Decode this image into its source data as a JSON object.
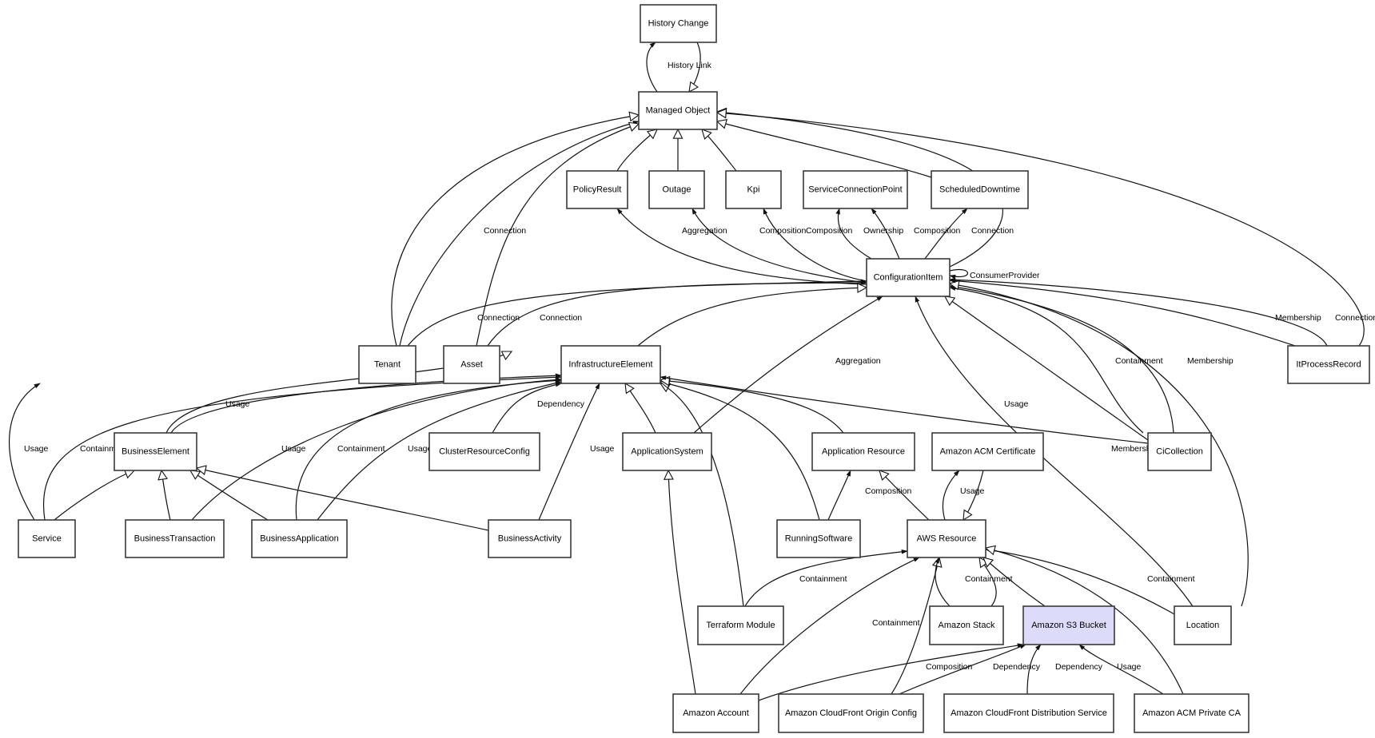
{
  "diagram": {
    "title": "CI Class Model Diagram",
    "highlight_color": "#dcdcfa",
    "nodes": [
      {
        "id": "history_change",
        "label": "History Change"
      },
      {
        "id": "managed_object",
        "label": "Managed Object"
      },
      {
        "id": "policy_result",
        "label": "PolicyResult"
      },
      {
        "id": "outage",
        "label": "Outage"
      },
      {
        "id": "kpi",
        "label": "Kpi"
      },
      {
        "id": "service_connection_point",
        "label": "ServiceConnectionPoint"
      },
      {
        "id": "scheduled_downtime",
        "label": "ScheduledDowntime"
      },
      {
        "id": "configuration_item",
        "label": "ConfigurationItem"
      },
      {
        "id": "tenant",
        "label": "Tenant"
      },
      {
        "id": "asset",
        "label": "Asset"
      },
      {
        "id": "infrastructure_element",
        "label": "InfrastructureElement"
      },
      {
        "id": "it_process_record",
        "label": "ItProcessRecord"
      },
      {
        "id": "business_element",
        "label": "BusinessElement"
      },
      {
        "id": "cluster_resource_config",
        "label": "ClusterResourceConfig"
      },
      {
        "id": "application_system",
        "label": "ApplicationSystem"
      },
      {
        "id": "application_resource",
        "label": "Application Resource"
      },
      {
        "id": "amazon_acm_certificate",
        "label": "Amazon ACM Certificate"
      },
      {
        "id": "ci_collection",
        "label": "CiCollection"
      },
      {
        "id": "service",
        "label": "Service"
      },
      {
        "id": "business_transaction",
        "label": "BusinessTransaction"
      },
      {
        "id": "business_application",
        "label": "BusinessApplication"
      },
      {
        "id": "business_activity",
        "label": "BusinessActivity"
      },
      {
        "id": "running_software",
        "label": "RunningSoftware"
      },
      {
        "id": "aws_resource",
        "label": "AWS Resource"
      },
      {
        "id": "terraform_module",
        "label": "Terraform Module"
      },
      {
        "id": "amazon_stack",
        "label": "Amazon Stack"
      },
      {
        "id": "amazon_s3_bucket",
        "label": "Amazon S3 Bucket",
        "highlighted": true
      },
      {
        "id": "location",
        "label": "Location"
      },
      {
        "id": "amazon_account",
        "label": "Amazon Account"
      },
      {
        "id": "amazon_cloudfront_origin_config",
        "label": "Amazon CloudFront Origin Config"
      },
      {
        "id": "amazon_cloudfront_distribution_service",
        "label": "Amazon CloudFront Distribution Service"
      },
      {
        "id": "amazon_acm_private_ca",
        "label": "Amazon ACM Private CA"
      }
    ],
    "edges": [
      {
        "from": "managed_object",
        "to": "history_change",
        "type": "association",
        "label": "History Link"
      },
      {
        "from": "history_change",
        "to": "managed_object",
        "type": "inheritance",
        "label": ""
      },
      {
        "from": "policy_result",
        "to": "managed_object",
        "type": "inheritance",
        "label": ""
      },
      {
        "from": "outage",
        "to": "managed_object",
        "type": "inheritance",
        "label": ""
      },
      {
        "from": "kpi",
        "to": "managed_object",
        "type": "inheritance",
        "label": ""
      },
      {
        "from": "scheduled_downtime",
        "to": "managed_object",
        "type": "inheritance",
        "label": ""
      },
      {
        "from": "configuration_item",
        "to": "managed_object",
        "type": "inheritance",
        "label": ""
      },
      {
        "from": "it_process_record",
        "to": "managed_object",
        "type": "inheritance",
        "label": ""
      },
      {
        "from": "tenant",
        "to": "managed_object",
        "type": "inheritance",
        "label": ""
      },
      {
        "from": "tenant",
        "to": "managed_object",
        "type": "association",
        "label": "Connection"
      },
      {
        "from": "asset",
        "to": "managed_object",
        "type": "inheritance",
        "label": ""
      },
      {
        "from": "configuration_item",
        "to": "policy_result",
        "type": "association",
        "label": "Aggregation"
      },
      {
        "from": "configuration_item",
        "to": "outage",
        "type": "association",
        "label": "Composition"
      },
      {
        "from": "configuration_item",
        "to": "kpi",
        "type": "association",
        "label": "Composition"
      },
      {
        "from": "configuration_item",
        "to": "service_connection_point",
        "type": "association",
        "label": "Ownership"
      },
      {
        "from": "configuration_item",
        "to": "service_connection_point",
        "type": "association",
        "label": "Composition"
      },
      {
        "from": "configuration_item",
        "to": "scheduled_downtime",
        "type": "association",
        "label": "Connection"
      },
      {
        "from": "configuration_item",
        "to": "configuration_item",
        "type": "association",
        "label": "ConsumerProvider"
      },
      {
        "from": "tenant",
        "to": "configuration_item",
        "type": "association",
        "label": "Connection"
      },
      {
        "from": "asset",
        "to": "configuration_item",
        "type": "association",
        "label": "Connection"
      },
      {
        "from": "infrastructure_element",
        "to": "configuration_item",
        "type": "inheritance",
        "label": ""
      },
      {
        "from": "business_element",
        "to": "configuration_item",
        "type": "inheritance",
        "label": ""
      },
      {
        "from": "application_system",
        "to": "configuration_item",
        "type": "association",
        "label": "Aggregation"
      },
      {
        "from": "ci_collection",
        "to": "configuration_item",
        "type": "inheritance",
        "label": ""
      },
      {
        "from": "ci_collection",
        "to": "configuration_item",
        "type": "association",
        "label": "Containment"
      },
      {
        "from": "ci_collection",
        "to": "configuration_item",
        "type": "association",
        "label": "Membership"
      },
      {
        "from": "location",
        "to": "configuration_item",
        "type": "association",
        "label": "Membership"
      },
      {
        "from": "location",
        "to": "configuration_item",
        "type": "inheritance",
        "label": ""
      },
      {
        "from": "it_process_record",
        "to": "configuration_item",
        "type": "association",
        "label": "Membership"
      },
      {
        "from": "it_process_record",
        "to": "configuration_item",
        "type": "association",
        "label": "Connection"
      },
      {
        "from": "service",
        "to": "infrastructure_element",
        "type": "association",
        "label": "Usage"
      },
      {
        "from": "service",
        "to": "infrastructure_element",
        "type": "association",
        "label": "Containment"
      },
      {
        "from": "business_element",
        "to": "infrastructure_element",
        "type": "association",
        "label": "Usage"
      },
      {
        "from": "business_transaction",
        "to": "infrastructure_element",
        "type": "association",
        "label": "Usage"
      },
      {
        "from": "business_application",
        "to": "infrastructure_element",
        "type": "association",
        "label": "Containment"
      },
      {
        "from": "business_application",
        "to": "infrastructure_element",
        "type": "association",
        "label": "Usage"
      },
      {
        "from": "cluster_resource_config",
        "to": "infrastructure_element",
        "type": "association",
        "label": "Dependency"
      },
      {
        "from": "business_activity",
        "to": "infrastructure_element",
        "type": "association",
        "label": "Usage"
      },
      {
        "from": "application_system",
        "to": "infrastructure_element",
        "type": "inheritance",
        "label": ""
      },
      {
        "from": "terraform_module",
        "to": "infrastructure_element",
        "type": "inheritance",
        "label": ""
      },
      {
        "from": "running_software",
        "to": "infrastructure_element",
        "type": "inheritance",
        "label": ""
      },
      {
        "from": "application_resource",
        "to": "infrastructure_element",
        "type": "inheritance",
        "label": ""
      },
      {
        "from": "ci_collection",
        "to": "infrastructure_element",
        "type": "association",
        "label": "Usage"
      },
      {
        "from": "service",
        "to": "business_element",
        "type": "inheritance",
        "label": ""
      },
      {
        "from": "business_transaction",
        "to": "business_element",
        "type": "inheritance",
        "label": ""
      },
      {
        "from": "business_application",
        "to": "business_element",
        "type": "inheritance",
        "label": ""
      },
      {
        "from": "business_activity",
        "to": "business_element",
        "type": "inheritance",
        "label": ""
      },
      {
        "from": "amazon_account",
        "to": "application_system",
        "type": "inheritance",
        "label": ""
      },
      {
        "from": "running_software",
        "to": "application_resource",
        "type": "association",
        "label": "Composition"
      },
      {
        "from": "aws_resource",
        "to": "application_resource",
        "type": "inheritance",
        "label": ""
      },
      {
        "from": "aws_resource",
        "to": "amazon_acm_certificate",
        "type": "association",
        "label": "Usage"
      },
      {
        "from": "amazon_acm_certificate",
        "to": "aws_resource",
        "type": "inheritance",
        "label": ""
      },
      {
        "from": "terraform_module",
        "to": "aws_resource",
        "type": "association",
        "label": "Containment"
      },
      {
        "from": "amazon_account",
        "to": "aws_resource",
        "type": "association",
        "label": "Containment"
      },
      {
        "from": "amazon_cloudfront_origin_config",
        "to": "aws_resource",
        "type": "inheritance",
        "label": ""
      },
      {
        "from": "amazon_stack",
        "to": "aws_resource",
        "type": "association",
        "label": "Containment"
      },
      {
        "from": "amazon_stack",
        "to": "aws_resource",
        "type": "inheritance",
        "label": ""
      },
      {
        "from": "amazon_s3_bucket",
        "to": "aws_resource",
        "type": "inheritance",
        "label": ""
      },
      {
        "from": "location",
        "to": "aws_resource",
        "type": "association",
        "label": "Containment"
      },
      {
        "from": "amazon_acm_private_ca",
        "to": "aws_resource",
        "type": "inheritance",
        "label": ""
      },
      {
        "from": "amazon_account",
        "to": "amazon_s3_bucket",
        "type": "association",
        "label": "Composition"
      },
      {
        "from": "amazon_cloudfront_origin_config",
        "to": "amazon_s3_bucket",
        "type": "association",
        "label": "Dependency"
      },
      {
        "from": "amazon_cloudfront_distribution_service",
        "to": "amazon_s3_bucket",
        "type": "association",
        "label": "Dependency"
      },
      {
        "from": "amazon_acm_private_ca",
        "to": "amazon_s3_bucket",
        "type": "association",
        "label": "Usage"
      }
    ]
  }
}
